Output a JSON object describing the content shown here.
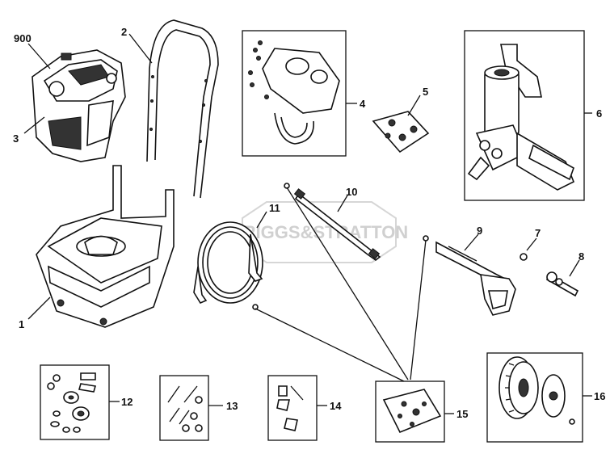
{
  "diagram": {
    "watermark": "BRIGGS&STRATTON",
    "callouts": {
      "c900": "900",
      "c1": "1",
      "c2": "2",
      "c3": "3",
      "c4": "4",
      "c5": "5",
      "c6": "6",
      "c7": "7",
      "c8": "8",
      "c9": "9",
      "c10": "10",
      "c11": "11",
      "c12": "12",
      "c13": "13",
      "c14": "14",
      "c15": "15",
      "c16": "16"
    }
  }
}
